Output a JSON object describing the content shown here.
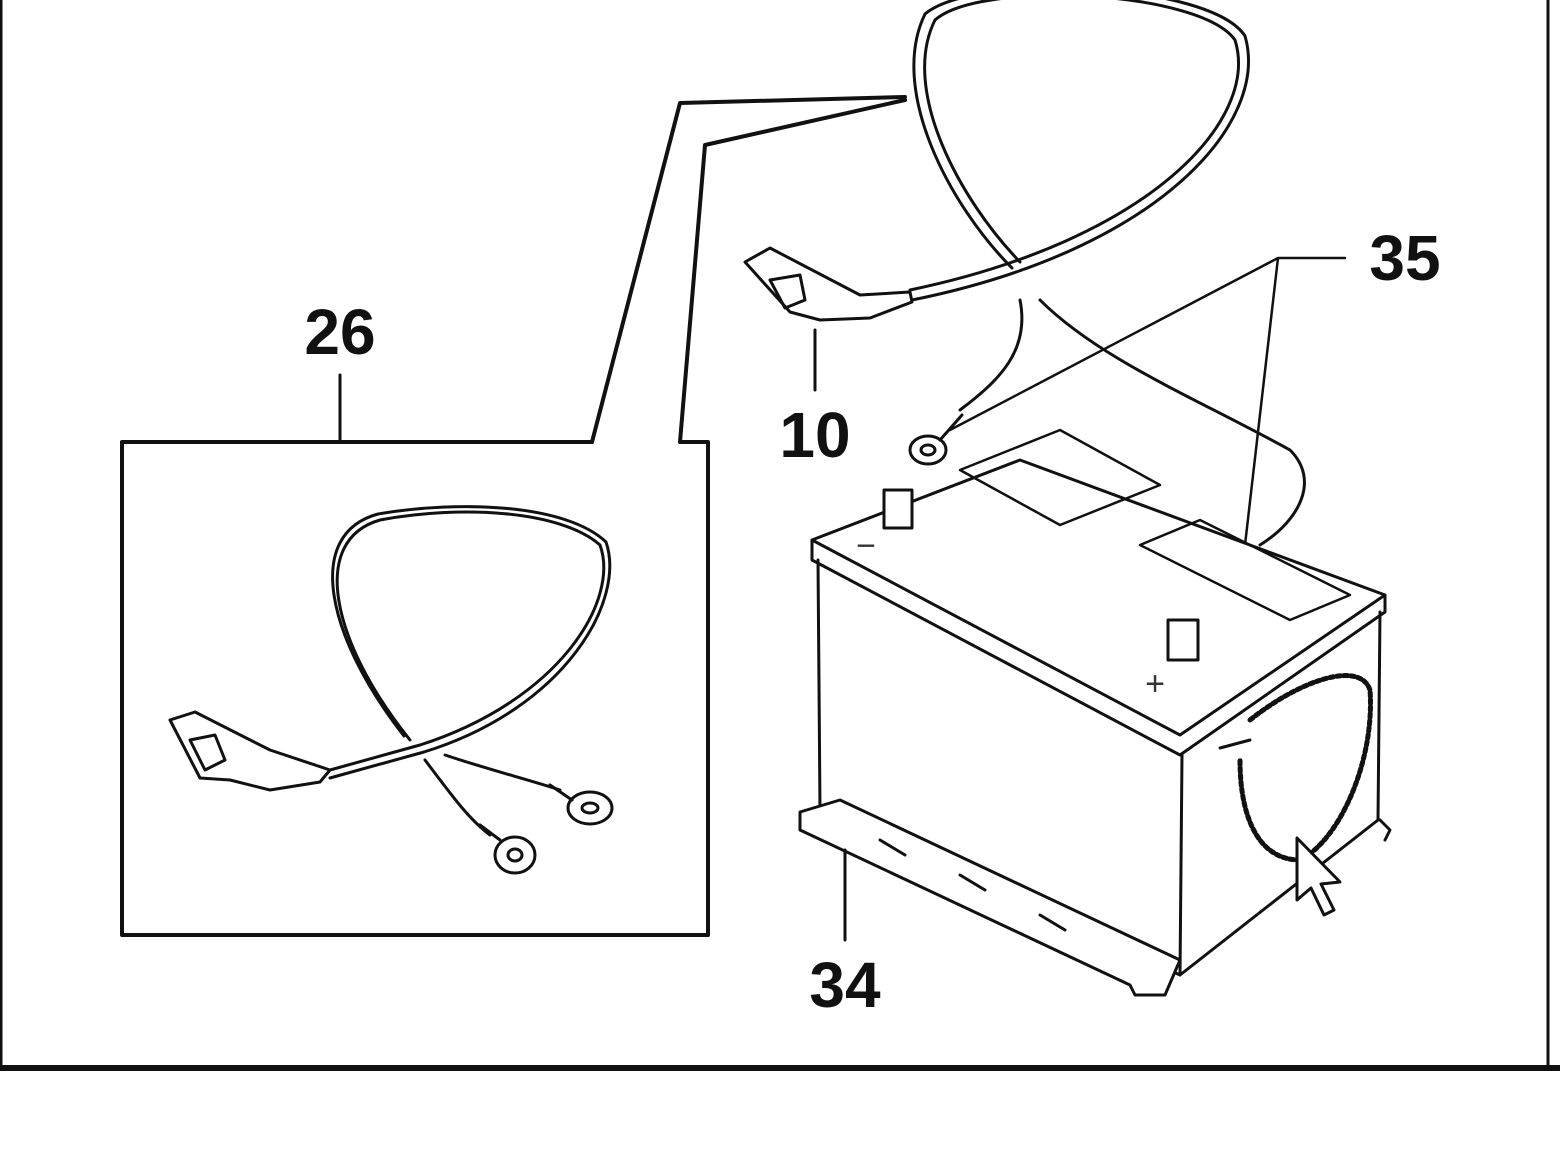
{
  "diagram": {
    "callouts": {
      "cable_kit": "26",
      "negative_cable": "10",
      "cable_eyelets": "35",
      "battery_tray": "34"
    },
    "terminal_marks": {
      "negative": "−",
      "positive": "+"
    }
  },
  "colors": {
    "line": "#111111",
    "background": "#ffffff"
  }
}
